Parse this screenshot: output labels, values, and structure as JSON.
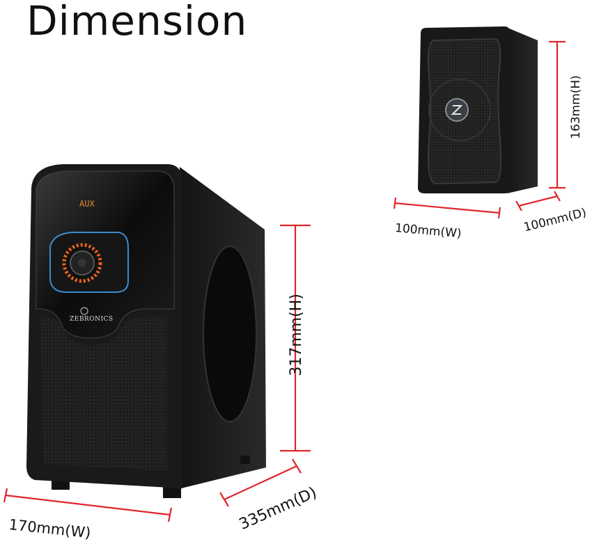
{
  "title": "Dimension",
  "subwoofer": {
    "brand": "ZEBRONICS",
    "display_text": "AUX",
    "height": "317mm(H)",
    "width": "170mm(W)",
    "depth": "335mm(D)"
  },
  "satellite": {
    "height": "163mm(H)",
    "width": "100mm(W)",
    "depth": "100mm(D)"
  },
  "colors": {
    "dimension_line": "#e0252b",
    "speaker_body": "#1b1b1b",
    "accent_ring": "#e8641e",
    "accent_blue": "#3a8ccf"
  }
}
